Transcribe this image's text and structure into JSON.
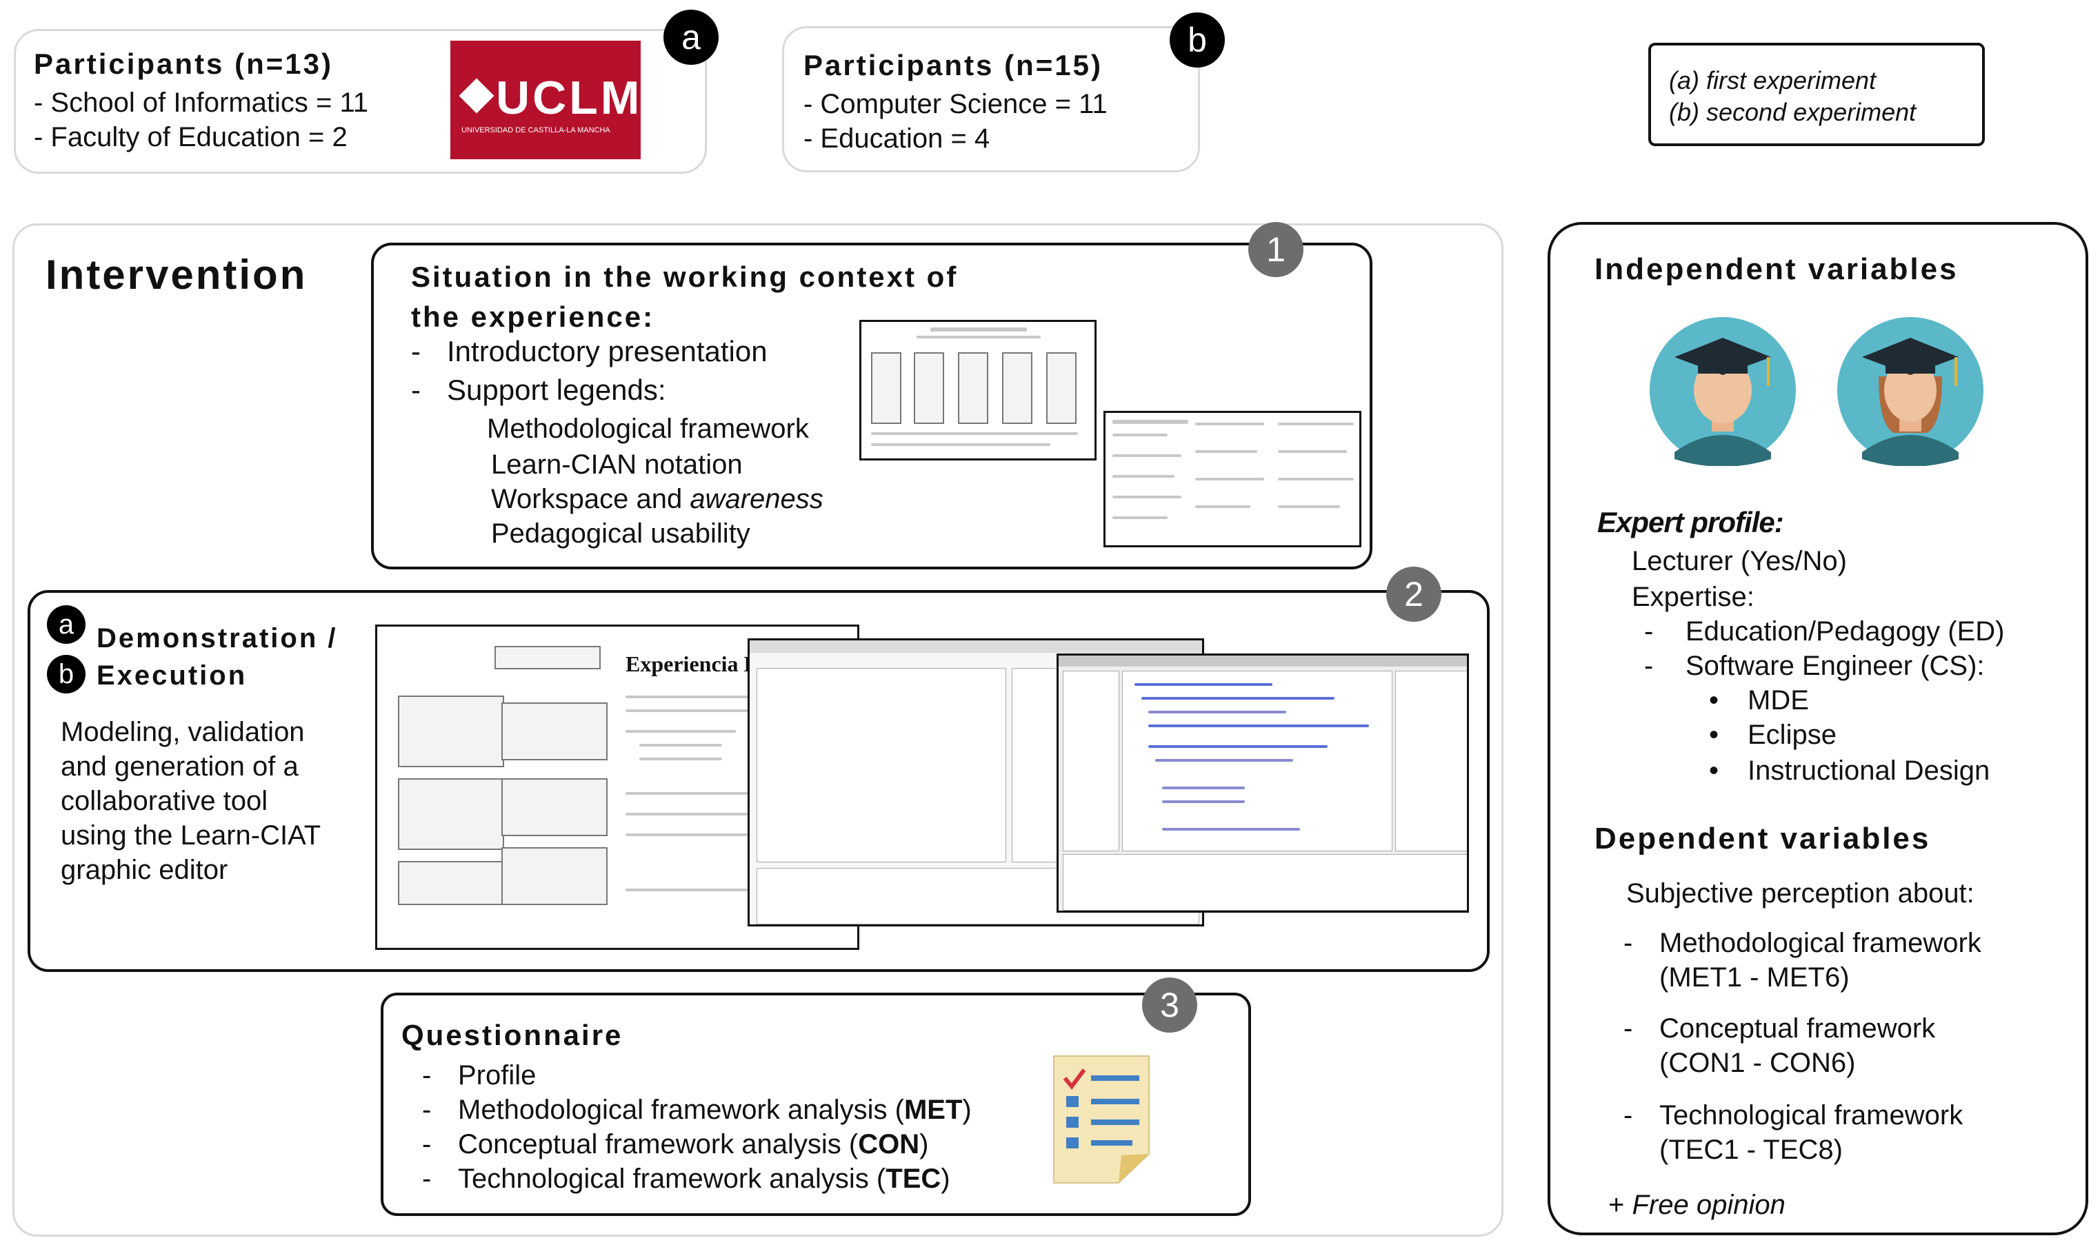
{
  "participants_a": {
    "badge": "a",
    "title": "Participants (n=13)",
    "items": [
      "- School of Informatics = 11",
      "- Faculty of Education = 2"
    ],
    "logo_text": "UCLM",
    "logo_subtext": "UNIVERSIDAD DE CASTILLA-LA MANCHA"
  },
  "participants_b": {
    "badge": "b",
    "title": "Participants (n=15)",
    "items": [
      "- Computer Science = 11",
      "- Education = 4"
    ]
  },
  "legend": {
    "line_a": "(a) first experiment",
    "line_b": "(b) second experiment"
  },
  "intervention": {
    "title": "Intervention",
    "situation": {
      "badge": "1",
      "title_line1": "Situation in the working context of",
      "title_line2": "the experience:",
      "item1": "Introductory presentation",
      "item2": "Support legends:",
      "sub1": "Methodological framework",
      "sub2": "Learn-CIAN notation",
      "sub3_prefix": "Workspace and ",
      "sub3_em": "awareness",
      "sub4": "Pedagogical usability"
    },
    "demo": {
      "badge": "2",
      "badge_a": "a",
      "badge_b": "b",
      "title_line1": "Demonstration /",
      "title_line2": "Execution",
      "desc": [
        "Modeling, validation",
        "and generation of a",
        "collaborative tool",
        "using the Learn-CIAT",
        "graphic editor"
      ],
      "screenshot_heading": "Experiencia Le"
    },
    "questionnaire": {
      "badge": "3",
      "title": "Questionnaire",
      "item1": "Profile",
      "item2_prefix": "Methodological framework analysis (",
      "item2_bold": "MET",
      "item3_prefix": "Conceptual framework analysis (",
      "item3_bold": "CON",
      "item4_prefix": "Technological framework analysis (",
      "item4_bold": "TEC",
      "close": ")"
    }
  },
  "variables": {
    "independent_title": "Independent variables",
    "expert_profile": "Expert profile:",
    "lecturer": "Lecturer (Yes/No)",
    "expertise": "Expertise:",
    "ed": "Education/Pedagogy (ED)",
    "cs": "Software Engineer (CS):",
    "cs_items": [
      "MDE",
      "Eclipse",
      "Instructional Design"
    ],
    "dependent_title": "Dependent variables",
    "subjective": "Subjective perception about:",
    "met_line1": "Methodological framework",
    "met_line2": "(MET1 - MET6)",
    "con_line1": "Conceptual framework",
    "con_line2": "(CON1 - CON6)",
    "tec_line1": "Technological framework",
    "tec_line2": "(TEC1 - TEC8)",
    "free_prefix": "+ ",
    "free_em": "Free opinion"
  },
  "colors": {
    "uclm_red": "#b5112c",
    "badge_grey": "#6d6d6d",
    "avatar_bg": "#5ab8c9",
    "cap": "#1f2a33",
    "shirt": "#2d6e78"
  }
}
